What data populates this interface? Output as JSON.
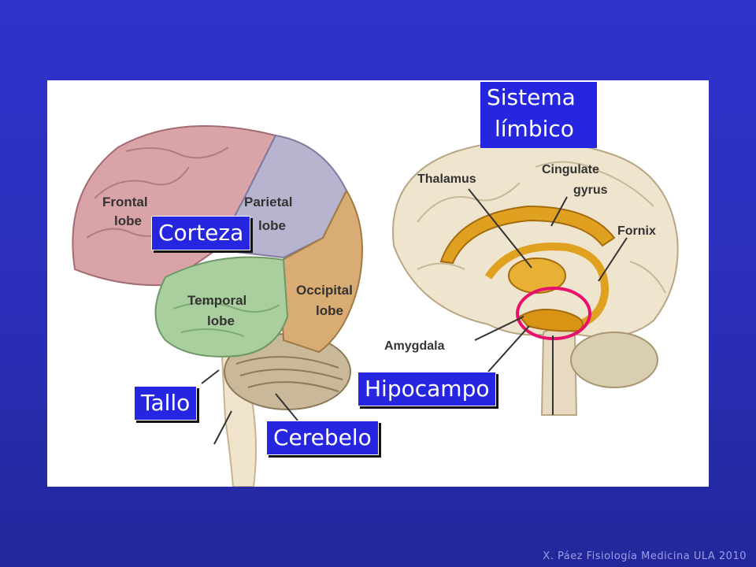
{
  "diagram": {
    "left_brain": {
      "lobes": {
        "frontal": [
          "Frontal",
          "lobe"
        ],
        "parietal": [
          "Parietal",
          "lobe"
        ],
        "temporal": [
          "Temporal",
          "lobe"
        ],
        "occipital": [
          "Occipital",
          "lobe"
        ]
      },
      "labels": {
        "corteza": "Corteza",
        "tallo": "Tallo",
        "cerebelo": "Cerebelo"
      }
    },
    "right_brain": {
      "title": [
        "Sistema",
        "límbico"
      ],
      "structures": {
        "thalamus": "Thalamus",
        "cingulate": [
          "Cingulate",
          "gyrus"
        ],
        "fornix": "Fornix",
        "amygdala": "Amygdala"
      },
      "labels": {
        "hipocampo": "Hipocampo"
      }
    },
    "colors": {
      "frontal": "#d9a3a8",
      "parietal": "#b7b4d0",
      "temporal": "#a9cf9e",
      "occipital": "#d9ac73",
      "limbic": "#e0a020",
      "highlight": "#e8106a",
      "label_box": "#2626e0"
    }
  },
  "footer": "X. Páez Fisiología Medicina ULA 2010"
}
